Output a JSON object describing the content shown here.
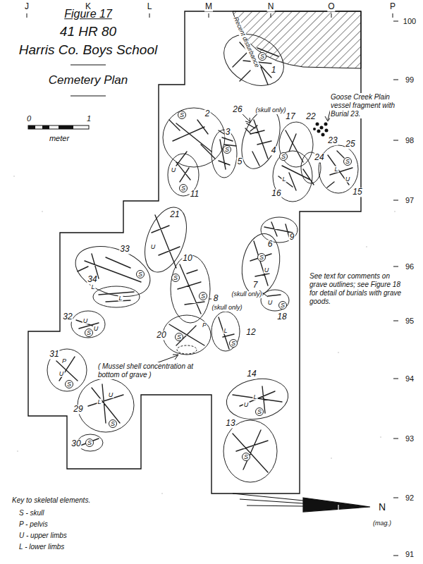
{
  "diagram": {
    "title": "Figure 17",
    "labels": [
      "41 HR 80",
      "Harris Co. Boys School",
      "Cemetery Plan",
      "J",
      "K",
      "L",
      "M",
      "N",
      "O",
      "P",
      "100",
      "99",
      "98",
      "97",
      "96",
      "95",
      "94",
      "93",
      "92",
      "91",
      "0",
      "1",
      "meter",
      "Recent disturbance",
      "1",
      "2",
      "3",
      "26",
      "(skull only)",
      "4",
      "5",
      "11",
      "17",
      "22",
      "23",
      "24",
      "25",
      "15",
      "16",
      "9",
      "6",
      "7",
      "(skull only)",
      "8",
      "(skull only)",
      "18",
      "21",
      "33",
      "34",
      "32",
      "31",
      "29",
      "30",
      "10",
      "20",
      "12",
      "14",
      "13",
      "Goose Creek Plain vessel fragment with Burial 23.",
      "See text for comments on grave outlines; see Figure 18 for detail of burials with grave goods.",
      "( Mussel shell concentration at bottom of grave )",
      "N",
      "(mag.)",
      "Key to skeletal elements.",
      "S - skull",
      "P - pelvis",
      "U - upper limbs",
      "L - lower limbs",
      "S",
      "S",
      "S",
      "U",
      "S",
      "S",
      "L",
      "L",
      "S",
      "U",
      "U",
      "S",
      "L",
      "L",
      "S",
      "S",
      "U",
      "S",
      "U",
      "S",
      "U",
      "U",
      "S",
      "S",
      "P",
      "L",
      "S",
      "P",
      "U",
      "S",
      "U",
      "L",
      "S",
      "S",
      "U",
      "L",
      "S",
      "S"
    ]
  }
}
